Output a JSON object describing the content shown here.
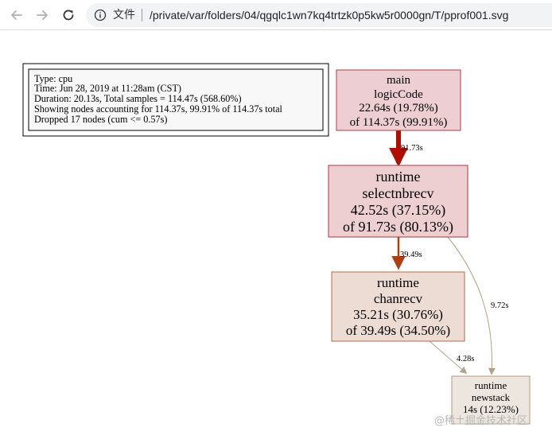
{
  "browser": {
    "file_label": "文件",
    "url": "/private/var/folders/04/qgqlc1wn7kq4trtzk0p5kw5r0000gn/T/pprof001.svg"
  },
  "legend": {
    "lines": [
      "Type: cpu",
      "Time: Jun 28, 2019 at 11:28am (CST)",
      "Duration: 20.13s, Total samples = 114.47s (568.60%)",
      "Showing nodes accounting for 114.37s, 99.91% of 114.37s total",
      "Dropped 17 nodes (cum <= 0.57s)"
    ]
  },
  "nodes": [
    {
      "id": "main",
      "lines": [
        "main",
        "logicCode",
        "22.64s (19.78%)",
        "of 114.37s (99.91%)"
      ],
      "fill": "#edcfd3",
      "stroke": "#b23c47"
    },
    {
      "id": "selectnbrecv",
      "lines": [
        "runtime",
        "selectnbrecv",
        "42.52s (37.15%)",
        "of 91.73s (80.13%)"
      ],
      "fill": "#edcfd2",
      "stroke": "#b2333e"
    },
    {
      "id": "chanrecv",
      "lines": [
        "runtime",
        "chanrecv",
        "35.21s (30.76%)",
        "of 39.49s (34.50%)"
      ],
      "fill": "#eddcd4",
      "stroke": "#b26b4c"
    },
    {
      "id": "newstack",
      "lines": [
        "runtime",
        "newstack",
        "14s (12.23%)"
      ],
      "fill": "#ede6de",
      "stroke": "#b29b80"
    }
  ],
  "edges": [
    {
      "id": "main-to-selectnbrecv",
      "label": "91.73s",
      "color": "#b20e00"
    },
    {
      "id": "selectnbrecv-to-chanrecv",
      "label": "39.49s",
      "color": "#b23e0f"
    },
    {
      "id": "chanrecv-to-newstack",
      "label": "4.28s",
      "color": "#b2a590"
    },
    {
      "id": "selectnbrecv-to-newstack",
      "label": "9.72s",
      "color": "#b2a087"
    }
  ],
  "watermark": "@稀土掘金技术社区"
}
